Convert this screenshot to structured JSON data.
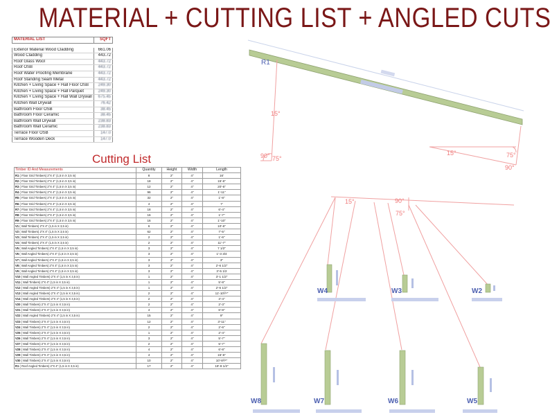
{
  "title": "MATERIAL + CUTTING LIST + ANGLED CUTS",
  "material_list": {
    "header": "MATERIAL LIST",
    "unit": "SQFT",
    "items": [
      {
        "name": "Exterior Material Wood Cladding",
        "value": "661.06"
      },
      {
        "name": "Wood Cladding",
        "value": "443.72"
      },
      {
        "name": "Roof Glass Wool",
        "value": "443.72"
      },
      {
        "name": "Roof OSB",
        "value": "443.72"
      },
      {
        "name": "Roof Water Proofing Membrane",
        "value": "443.72"
      },
      {
        "name": "Roof Standing Seam Metal",
        "value": "443.72"
      },
      {
        "name": "Kitchen + Living Space + Hall Floor OSB",
        "value": "249.30"
      },
      {
        "name": "Kitchen + Living Space + Hall Parquet",
        "value": "249.30"
      },
      {
        "name": "Kitchen + Living Space + Hall Wall Drywall",
        "value": "675.45"
      },
      {
        "name": "Kitchen Wall Drywall",
        "value": "76.42"
      },
      {
        "name": "Bathroom Floor OSB",
        "value": "38.45"
      },
      {
        "name": "Bathroom Floor Ceramic",
        "value": "38.45"
      },
      {
        "name": "Bathroom Wall Drywall",
        "value": "238.83"
      },
      {
        "name": "Bathroom Wall Ceramic",
        "value": "238.83"
      },
      {
        "name": "Terrace Floor OSB",
        "value": "147.0"
      },
      {
        "name": "Terrace Wooden Deck",
        "value": "147.0"
      }
    ]
  },
  "cutting_list": {
    "title": "Cutting List",
    "columns": [
      "Timber ID And Measurements",
      "Quantity",
      "Height",
      "Width",
      "Length"
    ],
    "rows": [
      {
        "id": "R1",
        "desc": " ( Floor Grid Timbers) 2\"X 4\" (1,5 in X 3,5 in)",
        "qty": "8",
        "h": "2\"",
        "w": "4\"",
        "len": "16'"
      },
      {
        "id": "R2",
        "desc": " ( Floor Grid Timbers) 2\"X 4\" (1,5 in X 3,5 in)",
        "qty": "18",
        "h": "2\"",
        "w": "4\"",
        "len": "15'-6\""
      },
      {
        "id": "R3",
        "desc": " ( Floor Grid Timbers) 2\"X 4\" (1,5 in X 3,5 in)",
        "qty": "12",
        "h": "2\"",
        "w": "4\"",
        "len": "20'-6\""
      },
      {
        "id": "R4",
        "desc": " ( Floor Grid Timbers) 2\"X 4\" (1,5 in X 3,5 in)",
        "qty": "96",
        "h": "2\"",
        "w": "4\"",
        "len": "1'-11\""
      },
      {
        "id": "R5",
        "desc": " ( Floor Grid Timbers) 2\"X 4\" (1,5 in X 3,5 in)",
        "qty": "32",
        "h": "2\"",
        "w": "4\"",
        "len": "1'-8\""
      },
      {
        "id": "R6",
        "desc": " ( Floor Grid Timbers) 2\"X 4\" (1,5 in X 3,5 in)",
        "qty": "4",
        "h": "2\"",
        "w": "4\"",
        "len": "7'"
      },
      {
        "id": "R7",
        "desc": " ( Floor Grid Timbers) 2\"X 4\" (1,5 in X 3,5 in)",
        "qty": "18",
        "h": "2\"",
        "w": "4\"",
        "len": "6'-4\""
      },
      {
        "id": "R8",
        "desc": " ( Floor Grid Timbers) 2\"X 4\" (1,5 in X 3,5 in)",
        "qty": "16",
        "h": "2\"",
        "w": "4\"",
        "len": "1'-7\""
      },
      {
        "id": "R9",
        "desc": " ( Floor Grid Timbers) 2\"X 4\" (1,5 in X 3,5 in)",
        "qty": "16",
        "h": "2\"",
        "w": "4\"",
        "len": "1'-10\""
      },
      {
        "id": "V1",
        "desc": " ( Wall Timbers) 2\"X 4\" (1,5 in X 3,5 in)",
        "qty": "6",
        "h": "2\"",
        "w": "4\"",
        "len": "10'-6\""
      },
      {
        "id": "V2",
        "desc": "  ( Wall Timbers) 2\"X 4\" (1,5 in X 3,5 in)",
        "qty": "62",
        "h": "2\"",
        "w": "4\"",
        "len": "7'-5\""
      },
      {
        "id": "V3",
        "desc": " ( Wall Timbers) 2\"X 4\" (1,5 in X 3,5 in)",
        "qty": "2",
        "h": "2\"",
        "w": "4\"",
        "len": "1'-6\""
      },
      {
        "id": "V4",
        "desc": " ( Wall Timbers) 2\"X 4\" (1,5 in X 3,5 in)",
        "qty": "2",
        "h": "2\"",
        "w": "4\"",
        "len": "11'-7\""
      },
      {
        "id": "V5",
        "desc": "  ( Wall Angled Timbers) 2\"X 4\" (1,5 in X 3,5 in)",
        "qty": "3",
        "h": "2\"",
        "w": "4\"",
        "len": "7 1/2\""
      },
      {
        "id": "V6",
        "desc": "  ( Wall Angled Timbers) 2\"X 4\" (1,5 in X 3,5 in)",
        "qty": "3",
        "h": "2\"",
        "w": "4\"",
        "len": "1'-3  3/4"
      },
      {
        "id": "V7",
        "desc": "  ( Wall Angled Timbers) 2\"X 4\" (1,5 in X 3,5 in)",
        "qty": "3",
        "h": "2\"",
        "w": "4\"",
        "len": "3\""
      },
      {
        "id": "V8",
        "desc": "  ( Wall Angled Timbers) 2\"X 4\" (1,5 in X 3,5 in)",
        "qty": "3",
        "h": "2\"",
        "w": "4\"",
        "len": "2'-6  1/2\""
      },
      {
        "id": "V9",
        "desc": "  ( Wall Angled Timbers) 2\"X 4\" (1,5 in X 3,5 in)",
        "qty": "3",
        "h": "2\"",
        "w": "4\"",
        "len": "3'-5   1/2"
      },
      {
        "id": "V10",
        "desc": "  ( Wall Angled Timbers) 2\"X 4\" (1,5 in X 3,5 in)",
        "qty": "1",
        "h": "2\"",
        "w": "4\"",
        "len": "3'-1   1/2\""
      },
      {
        "id": "V11",
        "desc": "  ( Wall Timbers) 2\"X 4\" (1,5 in X 3,5 in)",
        "qty": "1",
        "h": "2\"",
        "w": "4\"",
        "len": "5'-8\""
      },
      {
        "id": "V12",
        "desc": "  ( Wall Angled Timbers) 2\"X 4\" (1,5 in X 3,5 in)",
        "qty": "1",
        "h": "2\"",
        "w": "4\"",
        "len": "2'-6  1/2\""
      },
      {
        "id": "V13",
        "desc": "  ( Wall Angled Timbers) 2\"X 4\" (1,5 in X 3,5 in)",
        "qty": "2",
        "h": "2\"",
        "w": "4\"",
        "len": "11'-10³/⁴\""
      },
      {
        "id": "V14",
        "desc": "  ( Wall Angled Timbers) 2\"X 4\" (1,5 in X 3,5 in)",
        "qty": "2",
        "h": "2\"",
        "w": "4\"",
        "len": "3'-4\""
      },
      {
        "id": "V20",
        "desc": "  ( Wall Timbers) 2\"X 4\" (1,5 in X 3,5 in)",
        "qty": "2",
        "h": "2\"",
        "w": "4\"",
        "len": "2'-3\""
      },
      {
        "id": "V21",
        "desc": "  ( Wall Timbers) 2\"X 4\" (1,5 in X 3,5 in)",
        "qty": "4",
        "h": "2\"",
        "w": "4\"",
        "len": "6'-8\""
      },
      {
        "id": "V22",
        "desc": "  ( Wall Angled Timbers) 2\"X 4\" (1,5 in X 3,5 in)",
        "qty": "15",
        "h": "2\"",
        "w": "4\"",
        "len": "9\""
      },
      {
        "id": "V23",
        "desc": "  ( Wall Timbers) 2\"X 4\" (1,5 in X 3,5 in)",
        "qty": "12",
        "h": "2\"",
        "w": "4\"",
        "len": "3'-11\""
      },
      {
        "id": "V24",
        "desc": "  ( Wall Timbers) 2\"X 4\" (1,5 in X 3,5 in)",
        "qty": "2",
        "h": "2\"",
        "w": "4\"",
        "len": "2'-6\""
      },
      {
        "id": "V25",
        "desc": "  ( Wall Timbers) 2\"X 4\" (1,5 in X 3,5 in)",
        "qty": "1",
        "h": "2\"",
        "w": "4\"",
        "len": "2'-4\""
      },
      {
        "id": "V26",
        "desc": "  ( Wall Timbers) 2\"X 4\" (1,5 in X 3,5 in)",
        "qty": "3",
        "h": "2\"",
        "w": "4\"",
        "len": "5'-7\""
      },
      {
        "id": "V27",
        "desc": "  ( Wall Timbers) 2\"X 4\" (1,5 in X 3,5 in)",
        "qty": "2",
        "h": "2\"",
        "w": "4\"",
        "len": "5'-7\""
      },
      {
        "id": "V28",
        "desc": "  ( Wall Timbers) 2\"X 4\" (1,5 in X 3,5 in)",
        "qty": "4",
        "h": "2\"",
        "w": "4\"",
        "len": "6'-8\""
      },
      {
        "id": "V29",
        "desc": "  ( Wall Timbers) 2\"X 4\" (1,5 in X 3,5 in)",
        "qty": "4",
        "h": "2\"",
        "w": "4\"",
        "len": "15'-6\""
      },
      {
        "id": "V30",
        "desc": "  ( Wall Timbers) 2\"X 4\" (1,5 in X 3,5 in)",
        "qty": "10",
        "h": "2\"",
        "w": "4\"",
        "len": "10'-8³/⁴\""
      },
      {
        "id": "R1",
        "desc": " ( Roof Angled Timbers) 2\"X 4\" (1,5 in X 3,5 in)",
        "qty": "17",
        "h": "2\"",
        "w": "4\"",
        "len": "19'-8  1/2\""
      }
    ]
  },
  "diagram": {
    "roof_beam": {
      "label": "R1",
      "angles": [
        "15°",
        "90°",
        "75°",
        "15°",
        "75°",
        "90°"
      ]
    },
    "fan": {
      "angles": [
        "15°",
        "90°",
        "75°"
      ]
    },
    "pieces": [
      {
        "label": "W4"
      },
      {
        "label": "W3"
      },
      {
        "label": "W2"
      },
      {
        "label": "W8"
      },
      {
        "label": "W7"
      },
      {
        "label": "W6"
      },
      {
        "label": "W5"
      }
    ]
  }
}
